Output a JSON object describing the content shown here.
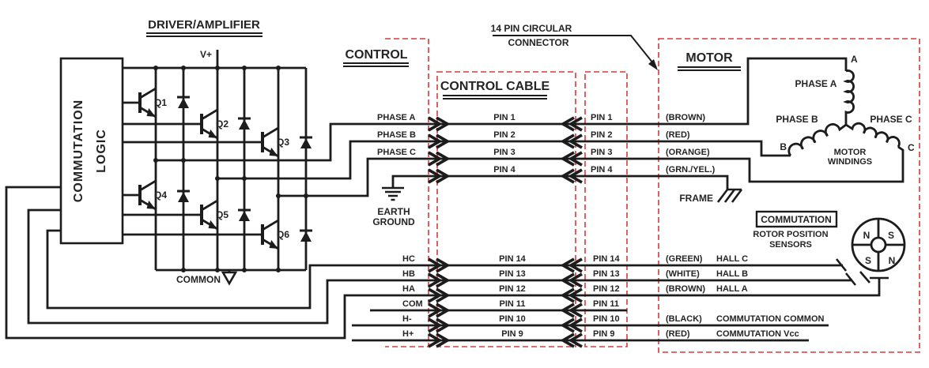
{
  "colors": {
    "wire": "#1c1c1c",
    "boundary_dashed": "#d93a3c",
    "text": "#262324",
    "background": "#ffffff"
  },
  "titles": {
    "driver_amplifier": "DRIVER/AMPLIFIER",
    "control": "CONTROL",
    "control_cable": "CONTROL CABLE",
    "motor": "MOTOR",
    "connector_line1": "14 PIN CIRCULAR",
    "connector_line2": "CONNECTOR"
  },
  "logic_block": {
    "line1": "COMMUTATION",
    "line2": "LOGIC"
  },
  "driver": {
    "v_plus": "V+",
    "common": "COMMON",
    "transistors": [
      "Q1",
      "Q2",
      "Q3",
      "Q4",
      "Q5",
      "Q6"
    ]
  },
  "ground": {
    "earth_line1": "EARTH",
    "earth_line2": "GROUND",
    "frame": "FRAME"
  },
  "phase_rows": [
    {
      "signal": "PHASE A",
      "cable_pin": "PIN 1",
      "connector_pin": "PIN 1",
      "wire_color": "(BROWN)"
    },
    {
      "signal": "PHASE B",
      "cable_pin": "PIN 2",
      "connector_pin": "PIN 2",
      "wire_color": "(RED)"
    },
    {
      "signal": "PHASE C",
      "cable_pin": "PIN 3",
      "connector_pin": "PIN 3",
      "wire_color": "(ORANGE)"
    },
    {
      "signal": "",
      "cable_pin": "PIN 4",
      "connector_pin": "PIN 4",
      "wire_color": "(GRN./YEL.)"
    }
  ],
  "hall_rows": [
    {
      "signal": "HC",
      "cable_pin": "PIN 14",
      "connector_pin": "PIN 14",
      "wire_color": "(GREEN)",
      "motor_signal": "HALL C"
    },
    {
      "signal": "HB",
      "cable_pin": "PIN 13",
      "connector_pin": "PIN 13",
      "wire_color": "(WHITE)",
      "motor_signal": "HALL B"
    },
    {
      "signal": "HA",
      "cable_pin": "PIN 12",
      "connector_pin": "PIN 12",
      "wire_color": "(BROWN)",
      "motor_signal": "HALL A"
    },
    {
      "signal": "COM",
      "cable_pin": "PIN 11",
      "connector_pin": "PIN 11",
      "wire_color": "",
      "motor_signal": ""
    },
    {
      "signal": "H-",
      "cable_pin": "PIN 10",
      "connector_pin": "PIN 10",
      "wire_color": "(BLACK)",
      "motor_signal": "COMMUTATION COMMON"
    },
    {
      "signal": "H+",
      "cable_pin": "PIN 9",
      "connector_pin": "PIN 9",
      "wire_color": "(RED)",
      "motor_signal": "COMMUTATION Vcc"
    }
  ],
  "motor": {
    "phase_a": "PHASE A",
    "phase_b": "PHASE B",
    "phase_c": "PHASE C",
    "terminal_a": "A",
    "terminal_b": "B",
    "terminal_c": "C",
    "windings_line1": "MOTOR",
    "windings_line2": "WINDINGS"
  },
  "sensors": {
    "boxed_label": "COMMUTATION",
    "line1": "ROTOR POSITION",
    "line2": "SENSORS",
    "rotor_poles": {
      "nw": "N",
      "ne": "S",
      "sw": "S",
      "se": "N"
    }
  }
}
